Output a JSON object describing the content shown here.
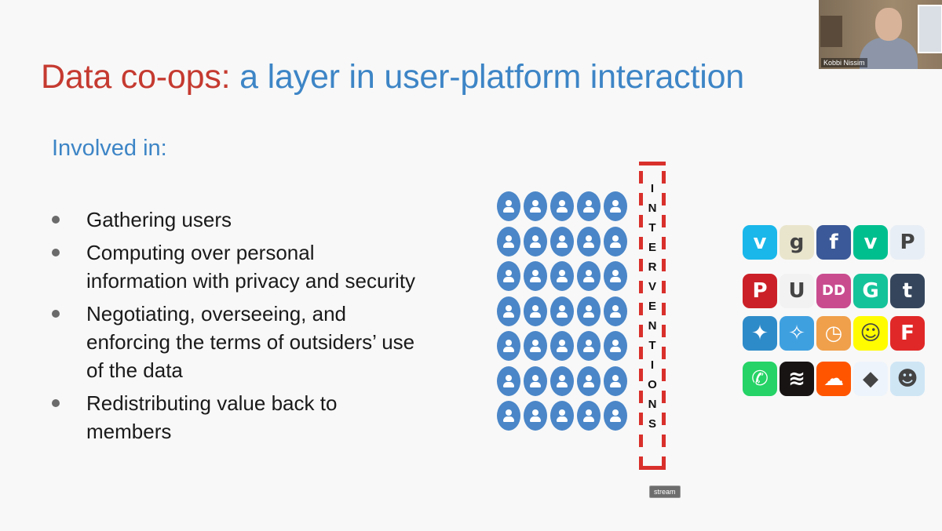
{
  "slide": {
    "title_red": "Data co-ops:",
    "title_blue": " a layer in user-platform interaction",
    "subtitle": "Involved in:",
    "bullets": [
      "Gathering users",
      "Computing over personal information with privacy and security",
      "Negotiating, overseeing, and enforcing the terms of outsiders’ use of the data",
      "Redistributing value back to members"
    ],
    "interventions_letters": [
      "I",
      "N",
      "T",
      "E",
      "R",
      "V",
      "E",
      "N",
      "T",
      "I",
      "O",
      "N",
      "S"
    ],
    "user_icon": "user-avatar-icon",
    "app_icons": [
      {
        "name": "vimeo-icon",
        "glyph": "v",
        "color": "#1ab7ea"
      },
      {
        "name": "goodreads-icon",
        "glyph": "g",
        "color": "#e9e5cd"
      },
      {
        "name": "facebook-icon",
        "glyph": "f",
        "color": "#3b5998"
      },
      {
        "name": "vine-icon",
        "glyph": "v",
        "color": "#00bf8f"
      },
      {
        "name": "producthunt-icon",
        "glyph": "P",
        "color": "#e8eef5"
      },
      {
        "name": "pinterest-icon",
        "glyph": "P",
        "color": "#cb2027"
      },
      {
        "name": "ugly-icon",
        "glyph": "U",
        "color": "#f2f2f2"
      },
      {
        "name": "doordash-icon",
        "glyph": "DD",
        "color": "#c94c8f"
      },
      {
        "name": "grammarly-icon",
        "glyph": "G",
        "color": "#15c39a"
      },
      {
        "name": "tumblr-icon",
        "glyph": "t",
        "color": "#35465c"
      },
      {
        "name": "fitness-icon",
        "glyph": "✦",
        "color": "#2e8bc9"
      },
      {
        "name": "runkeeper-icon",
        "glyph": "✧",
        "color": "#3fa0e0"
      },
      {
        "name": "alarm-icon",
        "glyph": "◷",
        "color": "#f0a04b"
      },
      {
        "name": "snapchat-icon",
        "glyph": "☺",
        "color": "#fffc00"
      },
      {
        "name": "flipboard-icon",
        "glyph": "F",
        "color": "#e12828"
      },
      {
        "name": "whatsapp-icon",
        "glyph": "✆",
        "color": "#25d366"
      },
      {
        "name": "spotify-icon",
        "glyph": "≋",
        "color": "#191414"
      },
      {
        "name": "soundcloud-icon",
        "glyph": "☁",
        "color": "#ff5500"
      },
      {
        "name": "dropbox-icon",
        "glyph": "◆",
        "color": "#eef4fb"
      },
      {
        "name": "waze-icon",
        "glyph": "☻",
        "color": "#cfe6f5"
      }
    ]
  },
  "video": {
    "participant_name": "Kobbi Nissim"
  },
  "badge": {
    "label": "stream"
  }
}
